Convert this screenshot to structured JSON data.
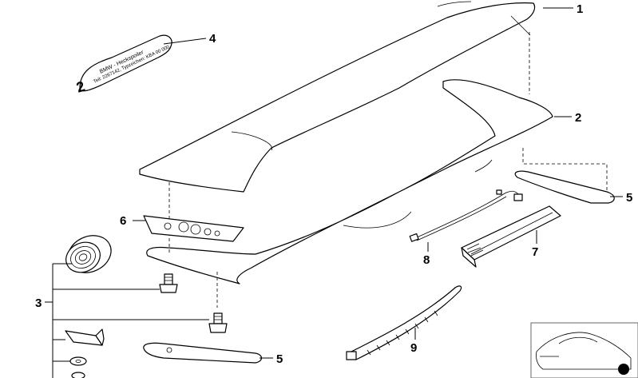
{
  "callouts": {
    "c1": "1",
    "c2": "2",
    "c3": "3",
    "c4": "4",
    "c5a": "5",
    "c5b": "5",
    "c6": "6",
    "c7": "7",
    "c8": "8",
    "c9": "9"
  },
  "label_plate": {
    "big_number": "2",
    "line1": "BMW - Heckspoiler",
    "line2": "Teil: 2267142, Typzeichen: KBA 00  000"
  }
}
